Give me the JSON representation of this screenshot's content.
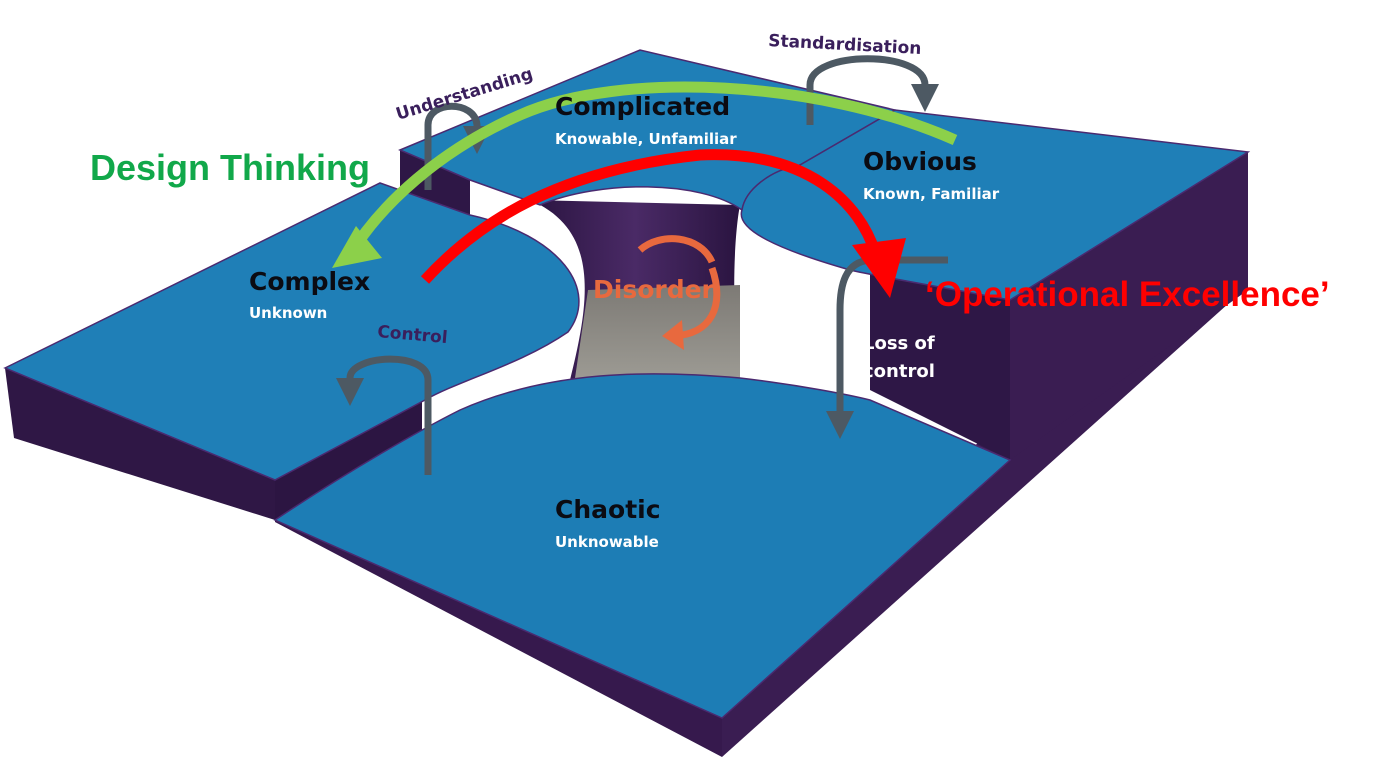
{
  "domains": {
    "complicated": {
      "title": "Complicated",
      "subtitle": "Knowable, Unfamiliar"
    },
    "obvious": {
      "title": "Obvious",
      "subtitle": "Known, Familiar"
    },
    "complex": {
      "title": "Complex",
      "subtitle": "Unknown"
    },
    "chaotic": {
      "title": "Chaotic",
      "subtitle": "Unknowable"
    },
    "disorder": {
      "title": "Disorder"
    }
  },
  "transitions": {
    "understanding": "Understanding",
    "standardisation": "Standardisation",
    "control": "Control",
    "loss_of_control_line1": "Loss of",
    "loss_of_control_line2": "control"
  },
  "callouts": {
    "design_thinking": "Design Thinking",
    "operational_excellence": "‘Operational Excellence’"
  },
  "colors": {
    "surface": "#1f7fb7",
    "side": "#351a4c",
    "green_arrow": "#8cd04a",
    "green_text": "#11a84a",
    "red": "#ff0000",
    "grey_arrow": "#4d5963",
    "disorder": "#e8693e",
    "pit_floor": "#8a8780"
  }
}
